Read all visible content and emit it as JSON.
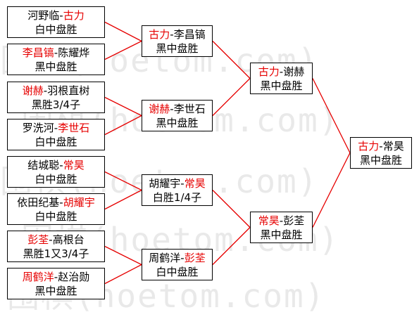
{
  "watermark": "围棋(hoetom.com)",
  "colors": {
    "winner_text": "#e60000",
    "connector": "#e60000",
    "border": "#000000"
  },
  "rounds": [
    {
      "matches": [
        {
          "id": "r1m1",
          "line1": [
            {
              "t": "河野临"
            },
            {
              "t": "-"
            },
            {
              "t": "古力",
              "w": true
            }
          ],
          "result": "白中盘胜"
        },
        {
          "id": "r1m2",
          "line1": [
            {
              "t": "李昌镐",
              "w": true
            },
            {
              "t": "-"
            },
            {
              "t": "陈耀烨"
            }
          ],
          "result": "黑中盘胜"
        },
        {
          "id": "r1m3",
          "line1": [
            {
              "t": "谢赫",
              "w": true
            },
            {
              "t": "-"
            },
            {
              "t": "羽根直树"
            }
          ],
          "result": "黑胜3/4子"
        },
        {
          "id": "r1m4",
          "line1": [
            {
              "t": "罗洗河"
            },
            {
              "t": "-"
            },
            {
              "t": "李世石",
              "w": true
            }
          ],
          "result": "白中盘胜"
        },
        {
          "id": "r1m5",
          "line1": [
            {
              "t": "结城聪"
            },
            {
              "t": "-"
            },
            {
              "t": "常昊",
              "w": true
            }
          ],
          "result": "白中盘胜"
        },
        {
          "id": "r1m6",
          "line1": [
            {
              "t": "依田纪基"
            },
            {
              "t": "-"
            },
            {
              "t": "胡耀宇",
              "w": true
            }
          ],
          "result": "白中盘胜"
        },
        {
          "id": "r1m7",
          "line1": [
            {
              "t": "彭荃",
              "w": true
            },
            {
              "t": "-"
            },
            {
              "t": "高根台"
            }
          ],
          "result": "黑胜1又3/4子"
        },
        {
          "id": "r1m8",
          "line1": [
            {
              "t": "周鹤洋",
              "w": true
            },
            {
              "t": "-"
            },
            {
              "t": "赵治勋"
            }
          ],
          "result": "黑中盘胜"
        }
      ]
    },
    {
      "matches": [
        {
          "id": "r2m1",
          "line1": [
            {
              "t": "古力",
              "w": true
            },
            {
              "t": "-"
            },
            {
              "t": "李昌镐"
            }
          ],
          "result": "黑中盘胜"
        },
        {
          "id": "r2m2",
          "line1": [
            {
              "t": "谢赫",
              "w": true
            },
            {
              "t": "-"
            },
            {
              "t": "李世石"
            }
          ],
          "result": "黑中盘胜"
        },
        {
          "id": "r2m3",
          "line1": [
            {
              "t": "胡耀宇"
            },
            {
              "t": "-"
            },
            {
              "t": "常昊",
              "w": true
            }
          ],
          "result": "白胜1/4子"
        },
        {
          "id": "r2m4",
          "line1": [
            {
              "t": "周鹤洋"
            },
            {
              "t": "-"
            },
            {
              "t": "彭荃",
              "w": true
            }
          ],
          "result": "白中盘胜"
        }
      ]
    },
    {
      "matches": [
        {
          "id": "r3m1",
          "line1": [
            {
              "t": "古力",
              "w": true
            },
            {
              "t": "-"
            },
            {
              "t": "谢赫"
            }
          ],
          "result": "黑中盘胜"
        },
        {
          "id": "r3m2",
          "line1": [
            {
              "t": "常昊",
              "w": true
            },
            {
              "t": "-"
            },
            {
              "t": "彭荃"
            }
          ],
          "result": "黑中盘胜"
        }
      ]
    },
    {
      "matches": [
        {
          "id": "r4m1",
          "line1": [
            {
              "t": "古力",
              "w": true
            },
            {
              "t": "-"
            },
            {
              "t": "常昊"
            }
          ],
          "result": "黑中盘胜"
        }
      ]
    }
  ]
}
